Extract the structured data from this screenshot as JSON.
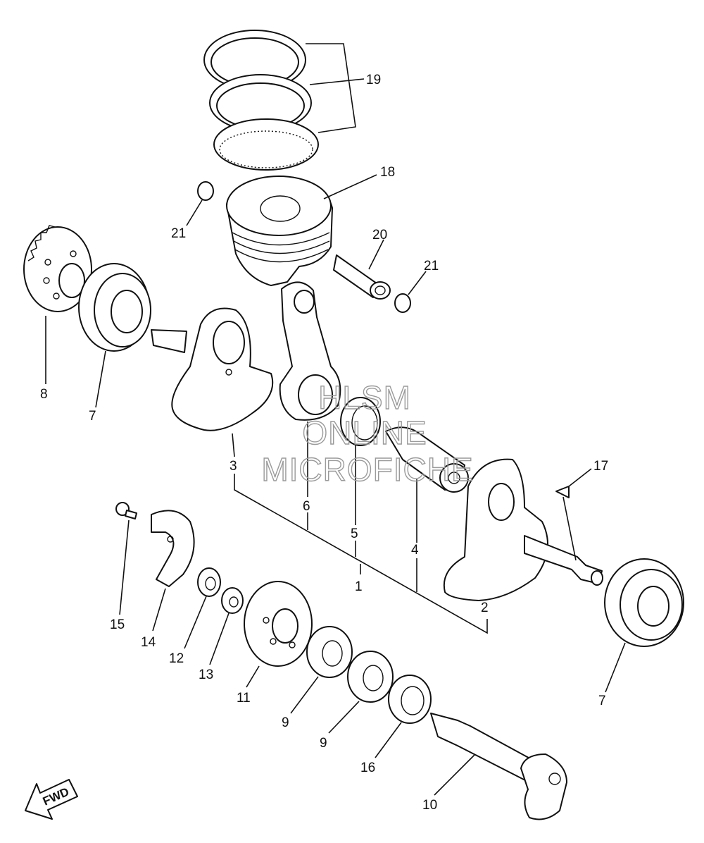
{
  "callouts": {
    "c1": "1",
    "c2": "2",
    "c3": "3",
    "c4": "4",
    "c5": "5",
    "c6": "6",
    "c7a": "7",
    "c7b": "7",
    "c8": "8",
    "c9a": "9",
    "c9b": "9",
    "c10": "10",
    "c11": "11",
    "c12": "12",
    "c13": "13",
    "c14": "14",
    "c15": "15",
    "c16": "16",
    "c17": "17",
    "c18": "18",
    "c19": "19",
    "c20": "20",
    "c21a": "21",
    "c21b": "21"
  },
  "watermark": {
    "line1": "HLSM",
    "line2": "ONLINE",
    "line3": "MICROFICHE"
  },
  "fwd": {
    "label": "FWD"
  }
}
